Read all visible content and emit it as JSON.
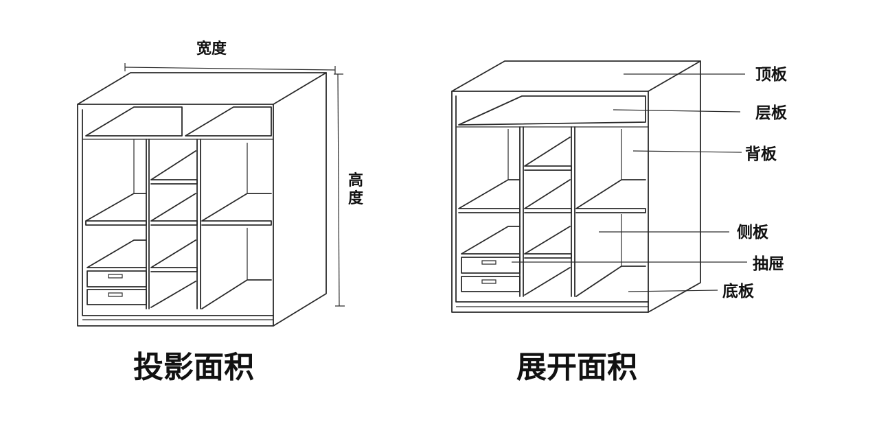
{
  "left_figure": {
    "width_label": "宽度",
    "height_label": "高度",
    "caption": "投影面积"
  },
  "right_figure": {
    "parts": [
      "顶板",
      "层板",
      "背板",
      "侧板",
      "抽屉",
      "底板"
    ],
    "caption": "展开面积"
  }
}
